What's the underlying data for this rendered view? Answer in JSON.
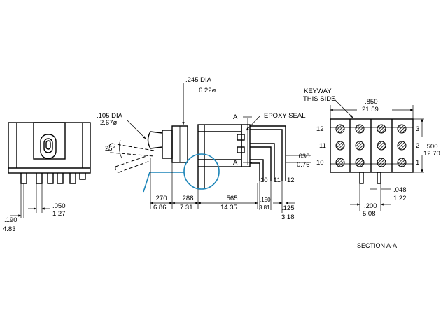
{
  "labels": {
    "dia_245": ".245 DIA",
    "dia_622": "6.22ø",
    "dia_105": ".105 DIA",
    "dia_267": "2.67ø",
    "angle": "25°",
    "section_mark_a_top": "A",
    "section_mark_a_bottom": "A",
    "epoxy_seal": "EPOXY SEAL",
    "dim_030": ".030",
    "dim_076": "0.76",
    "dim_270": ".270",
    "dim_686": "6.86",
    "dim_288": ".288",
    "dim_731": "7.31",
    "dim_565": ".565",
    "dim_1435": "14.35",
    "dim_150": ".150",
    "dim_381": "3.81",
    "dim_125": ".125",
    "dim_318": "3.18",
    "dim_050": ".050",
    "dim_127": "1.27",
    "dim_190": ".190",
    "dim_483": "4.83",
    "terminal_10": "10",
    "terminal_11": "11",
    "terminal_12": "12",
    "keyway": "KEYWAY",
    "this_side": "THIS SIDE",
    "dim_850": ".850",
    "dim_2159": "21.59",
    "dim_500": ".500",
    "dim_1270": "12.70",
    "dim_048": ".048",
    "dim_122": "1.22",
    "dim_200": ".200",
    "dim_508": "5.08",
    "section_label": "SECTION A-A",
    "pin_12": "12",
    "pin_11": "11",
    "pin_10": "10",
    "pin_3": "3",
    "pin_2": "2",
    "pin_1": "1"
  }
}
